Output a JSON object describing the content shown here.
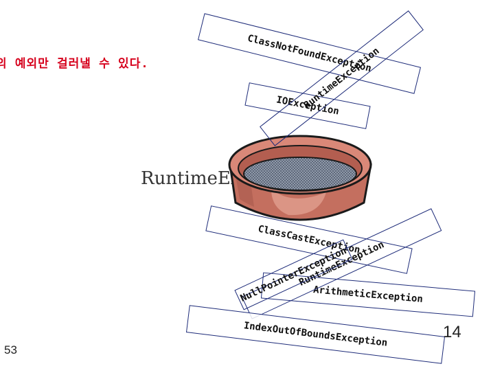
{
  "slide": {
    "heading_fragment": "의 예외만 걸러낼 수 있다.",
    "runtime_text": "RuntimeException",
    "left_number": "53",
    "page_number": "14"
  },
  "labels": {
    "class_not_found": "ClassNotFoundException",
    "runtime_upper": "RuntimeException",
    "io": "IOException",
    "class_cast": "ClassCastException",
    "runtime_lower": "RuntimeException",
    "null_pointer": "NullPointerException",
    "arithmetic": "ArithmeticException",
    "index_out_of_bounds": "IndexOutOfBoundsException"
  },
  "colors": {
    "heading": "#d6001c",
    "label_border": "#1c2a78",
    "sieve_rim": "#c86a5c",
    "sieve_mesh": "#8a96a8"
  },
  "icons": {
    "sieve": "sieve-icon"
  }
}
